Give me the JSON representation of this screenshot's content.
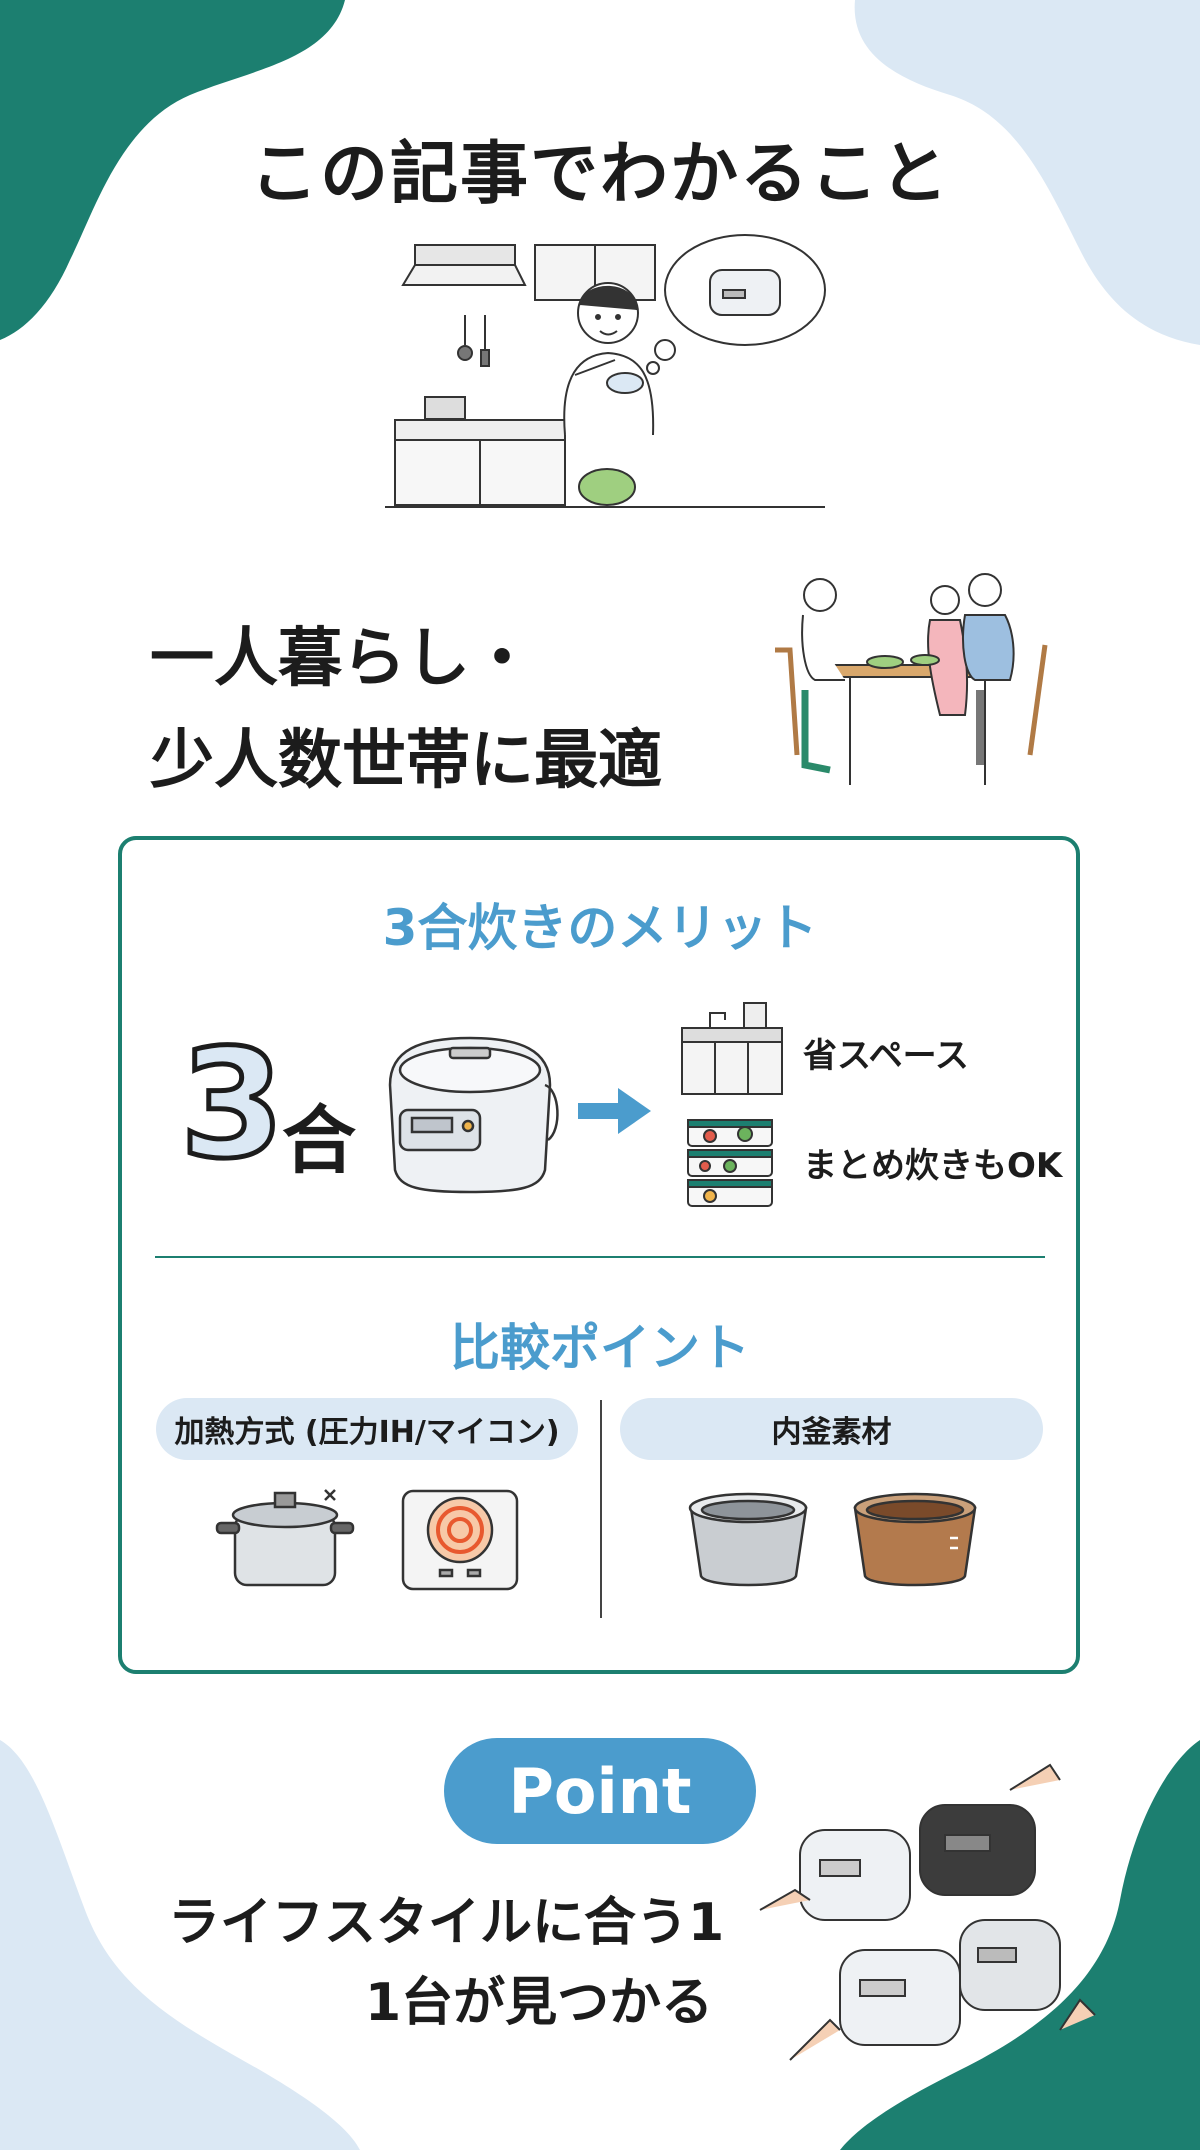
{
  "header": {
    "title": "この記事でわかること"
  },
  "audience": {
    "line1": "一人暮らし・",
    "line2": "少人数世帯に最適"
  },
  "merits": {
    "title": "3合炊きのメリット",
    "big_number": "3",
    "unit": "合",
    "items": [
      {
        "label": "省スペース",
        "icon": "kitchen-icon"
      },
      {
        "label": "まとめ炊きもOK",
        "icon": "food-containers-icon"
      }
    ]
  },
  "comparison": {
    "title": "比較ポイント",
    "categories": [
      {
        "label": "加熱方式 (圧力IH/マイコン)",
        "icons": [
          "pressure-pot-icon",
          "ih-cooktop-icon"
        ]
      },
      {
        "label": "内釜素材",
        "icons": [
          "stainless-inner-pot-icon",
          "clay-inner-pot-icon"
        ]
      }
    ]
  },
  "point": {
    "badge": "Point",
    "line1": "ライフスタイルに合う1",
    "line2": "1台が見つかる"
  },
  "colors": {
    "green": "#1c7f70",
    "light_blue": "#dbe8f4",
    "blue": "#4b9ccd"
  }
}
